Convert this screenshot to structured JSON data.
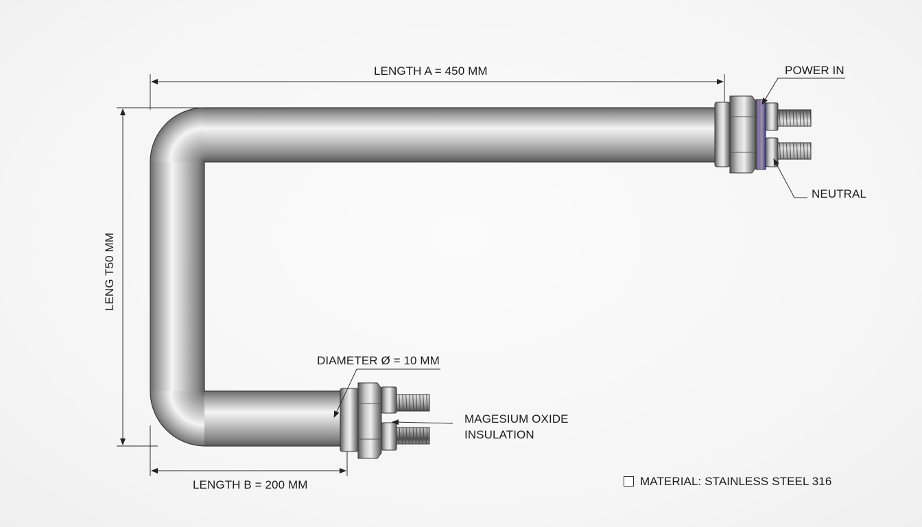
{
  "labels": {
    "length_a": "LENGTH A = 450 MM",
    "length_vertical": "LENG T50 MM",
    "length_b": "LENGTH B = 200 MM",
    "diameter": "DIAMETER Ø = 10 MM",
    "power_in": "POWER IN",
    "neutral": "NEUTRAL",
    "insulation_line1": "MAGESIUM OXIDE",
    "insulation_line2": "INSULATION",
    "material": "MATERIAL: STAINLESS STEEL 316"
  },
  "colors": {
    "tube_light": "#f2f2f2",
    "tube_mid": "#b8b8b8",
    "tube_dark": "#5e5e5e",
    "line": "#2a2a2a"
  }
}
